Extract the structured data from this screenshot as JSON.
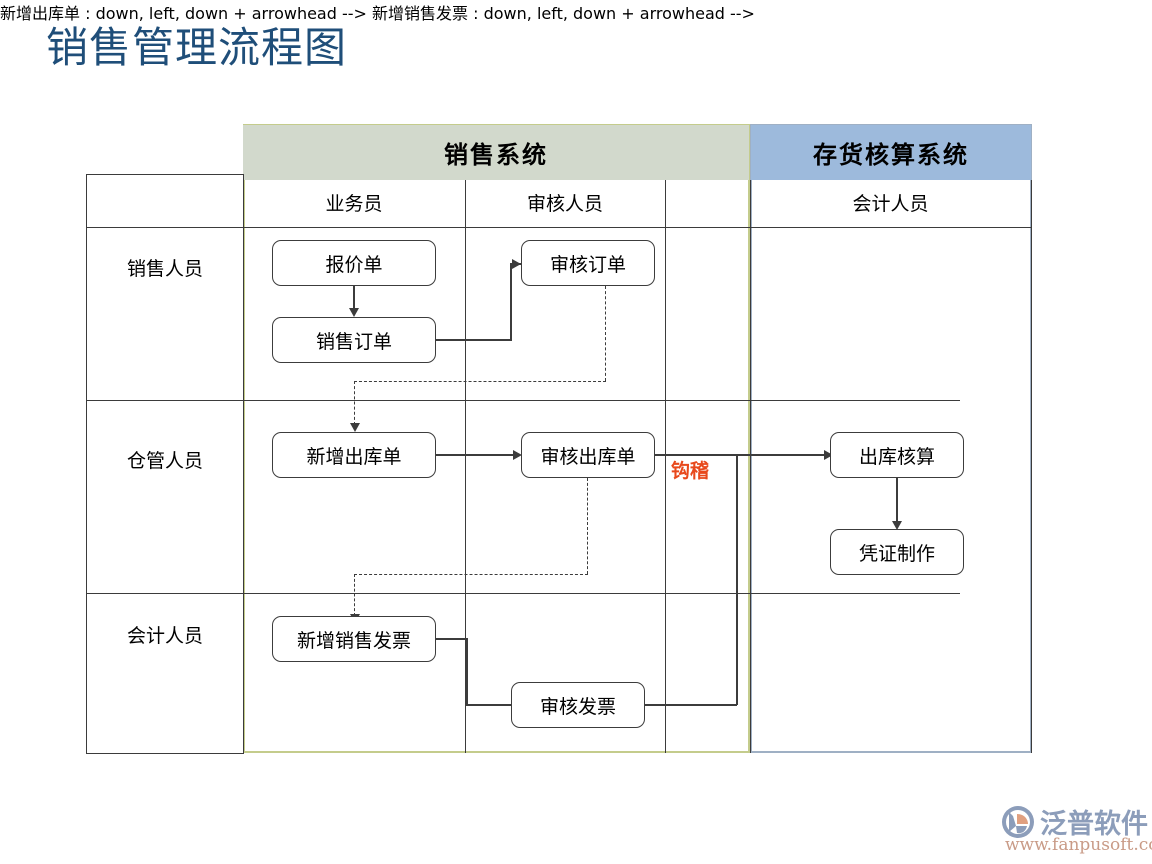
{
  "title": "销售管理流程图",
  "systems": [
    {
      "id": "sales",
      "name": "销售系统",
      "color": "#D2D9CC"
    },
    {
      "id": "inventory",
      "name": "存货核算系统",
      "color": "#9DBADC"
    }
  ],
  "columns": [
    {
      "id": "role-col",
      "label": ""
    },
    {
      "id": "salesperson",
      "label": "业务员"
    },
    {
      "id": "reviewer",
      "label": "审核人员"
    },
    {
      "id": "spacer",
      "label": ""
    },
    {
      "id": "accountant",
      "label": "会计人员"
    }
  ],
  "rows": [
    {
      "id": "sales-staff",
      "label": "销售人员"
    },
    {
      "id": "warehouse-staff",
      "label": "仓管人员"
    },
    {
      "id": "accounting-staff",
      "label": "会计人员"
    }
  ],
  "nodes": [
    {
      "id": "quotation",
      "label": "报价单"
    },
    {
      "id": "sales-order",
      "label": "销售订单"
    },
    {
      "id": "review-order",
      "label": "审核订单"
    },
    {
      "id": "new-outbound",
      "label": "新增出库单"
    },
    {
      "id": "review-outbound",
      "label": "审核出库单"
    },
    {
      "id": "outbound-account",
      "label": "出库核算"
    },
    {
      "id": "voucher-create",
      "label": "凭证制作"
    },
    {
      "id": "new-invoice",
      "label": "新增销售发票"
    },
    {
      "id": "review-invoice",
      "label": "审核发票"
    }
  ],
  "annotations": [
    {
      "id": "reconcile",
      "label": "钩稽",
      "color": "#E8491C"
    }
  ],
  "logo": {
    "brand": "泛普软件",
    "url": "www.fanpusoft.com",
    "brand_color": "#8C9DBA",
    "url_color": "#C99B87",
    "mark_colors": [
      "#8C9DBA",
      "#E0A080"
    ]
  }
}
